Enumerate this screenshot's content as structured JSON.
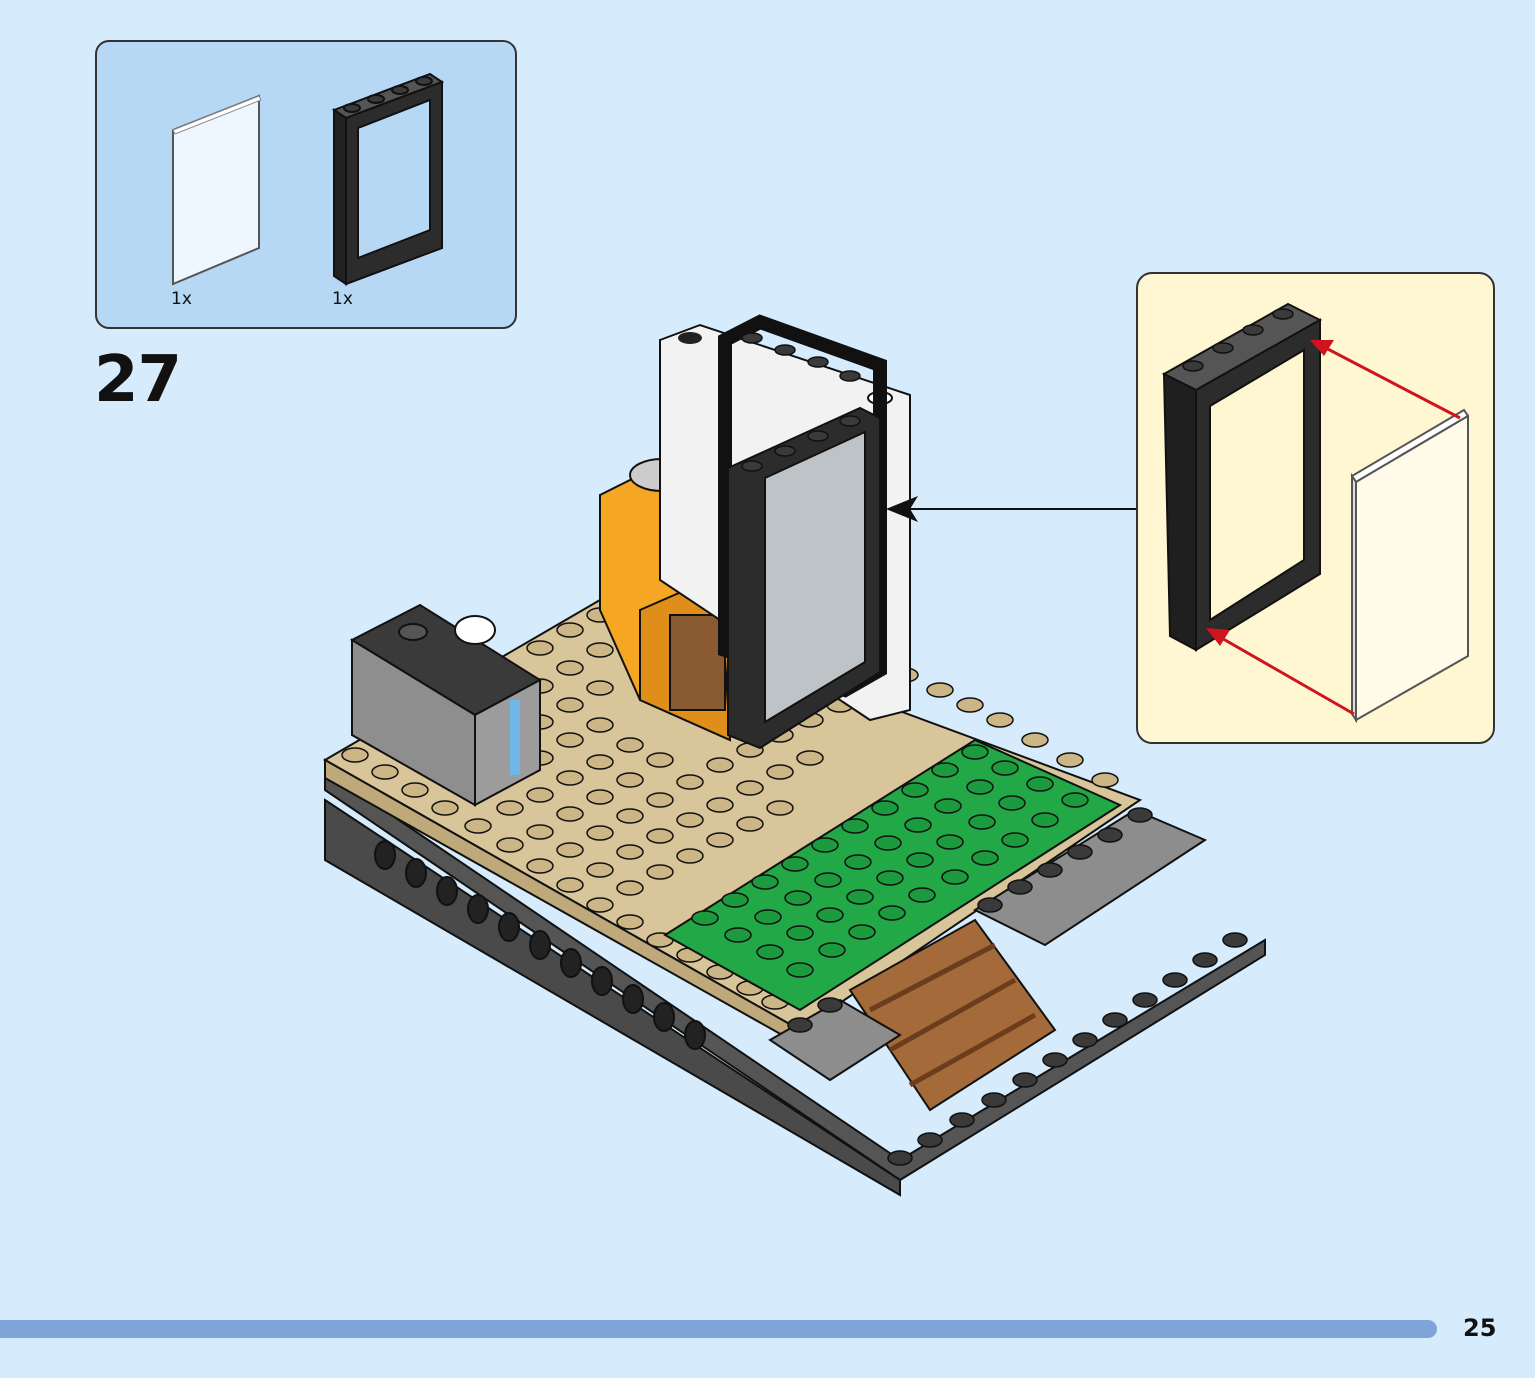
{
  "parts_list": {
    "items": [
      {
        "name": "glass-pane",
        "quantity": "1x"
      },
      {
        "name": "window-frame",
        "quantity": "1x"
      }
    ]
  },
  "step": {
    "number": "27"
  },
  "page": {
    "number": "25"
  },
  "colors": {
    "background": "#d6ecfc",
    "parts_box": "#b6d8f5",
    "callout": "#fff7d2",
    "progress": "#7fa5d8",
    "arrow_red": "#d0141e",
    "frame_black": "#2a2a2a",
    "tan": "#d9c59a",
    "green": "#22a846",
    "orange": "#f5a623",
    "dark_gray": "#5f5f5f"
  }
}
